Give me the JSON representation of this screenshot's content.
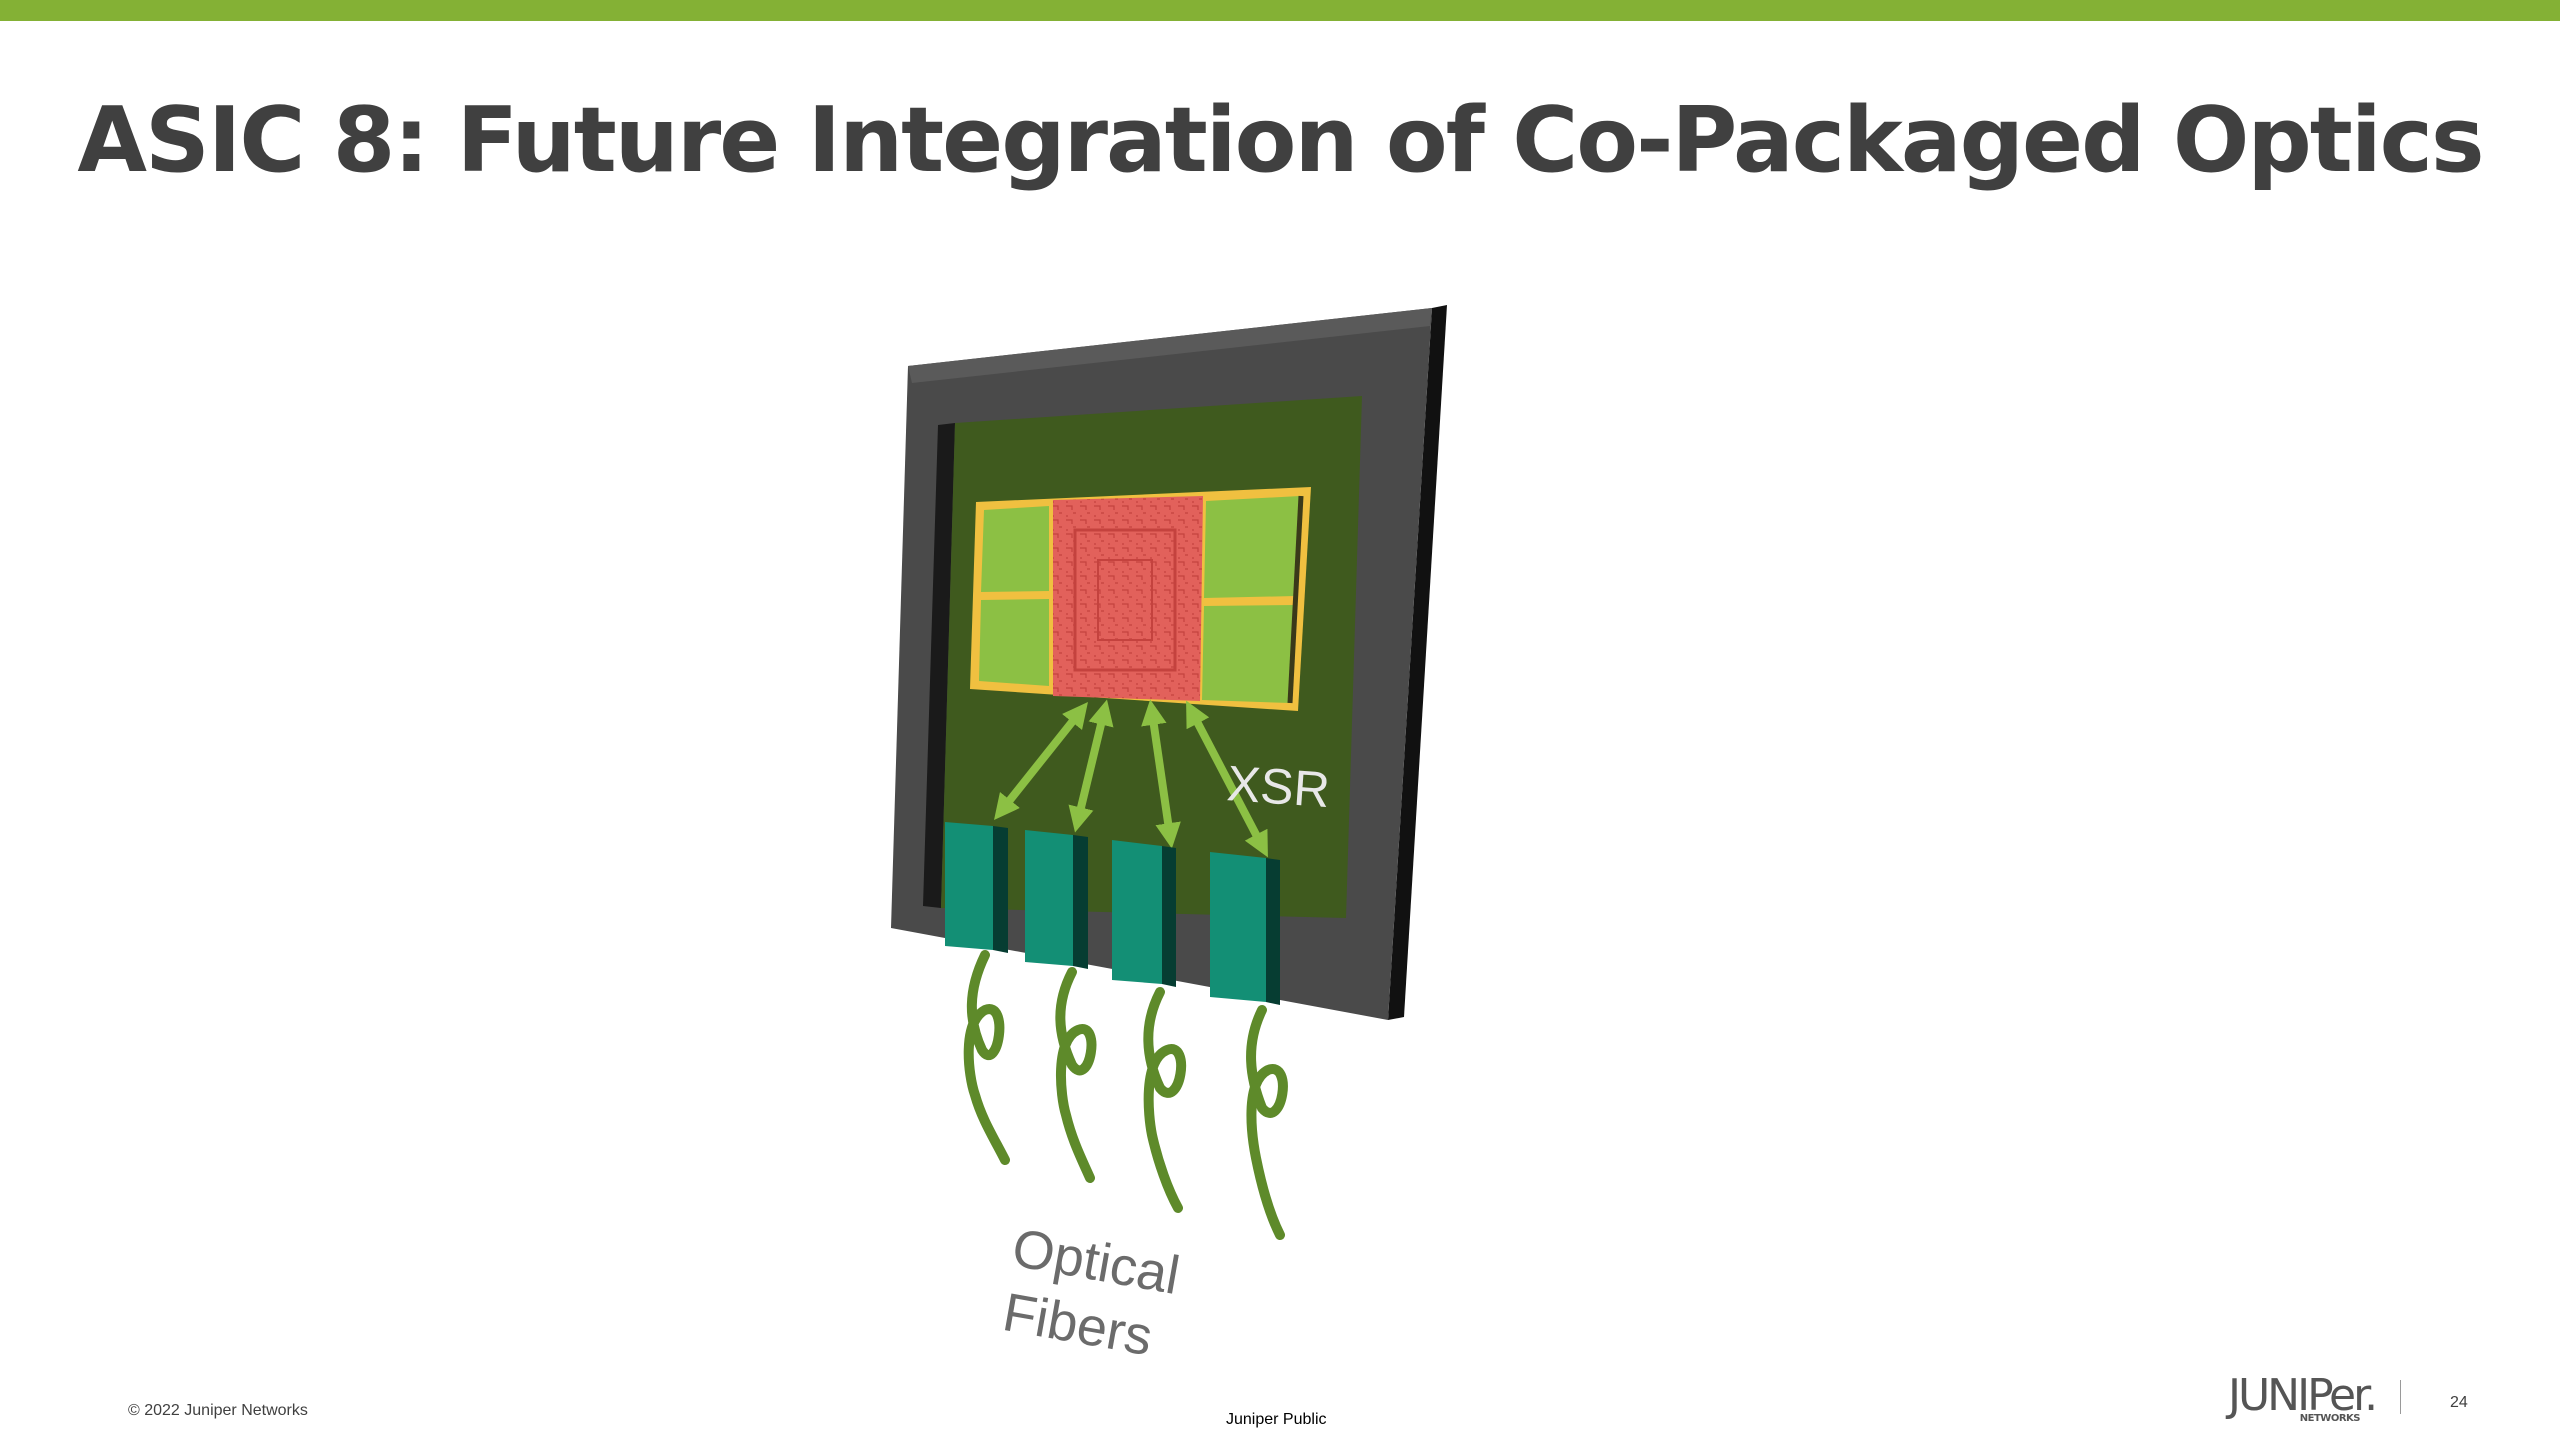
{
  "slide": {
    "title": "ASIC 8: Future Integration of Co-Packaged Optics",
    "page_number": "24"
  },
  "colors": {
    "accent_bar": "#84b135",
    "title_text": "#404040",
    "package_frame": "#4a4a4a",
    "substrate": "#3f5a1e",
    "asic_die": "#e05a55",
    "optical_chiplets": "#8cc044",
    "connectors": "#138f75",
    "fibers": "#5e8a2a"
  },
  "diagram": {
    "xsr_label": "XSR",
    "fiber_label_line1": "Optical",
    "fiber_label_line2": "Fibers"
  },
  "footer": {
    "copyright": "© 2022 Juniper Networks",
    "classification": "Juniper Public",
    "logo_word": "JUNIPer.",
    "logo_sub": "NETWORKS"
  }
}
